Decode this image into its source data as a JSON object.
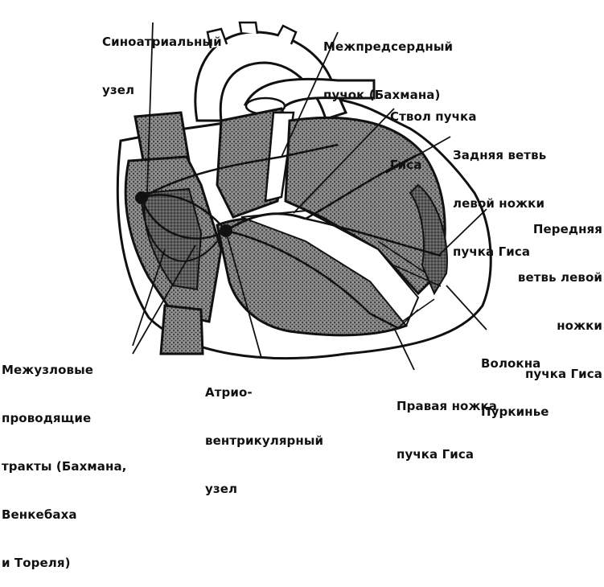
{
  "labels": {
    "sinoatrial": [
      "Синоатриальный",
      "узел"
    ],
    "bachmann_bundle": [
      "Межпредсердный",
      "пучок (Бахмана)"
    ],
    "his_trunk": [
      "Ствол пучка",
      "Гиса"
    ],
    "posterior_branch": [
      "Задняя ветвь",
      "левой ножки",
      "пучка Гиса"
    ],
    "anterior_branch": [
      "Передняя",
      "ветвь левой",
      "ножки",
      "пучка Гиса"
    ],
    "internodal_tracts": [
      "Межузловые",
      "проводящие",
      "тракты (Бахмана,",
      "Венкебаха",
      "и Тореля)"
    ],
    "av_node": [
      "Атрио-",
      "вентрикулярный",
      "узел"
    ],
    "right_bundle": [
      "Правая ножка",
      "пучка Гиса"
    ],
    "purkinje": [
      "Волокна",
      "Пуркинье"
    ]
  },
  "colors": {
    "ink": "#111111",
    "shade": "#6e6e6e",
    "paper": "#ffffff"
  }
}
